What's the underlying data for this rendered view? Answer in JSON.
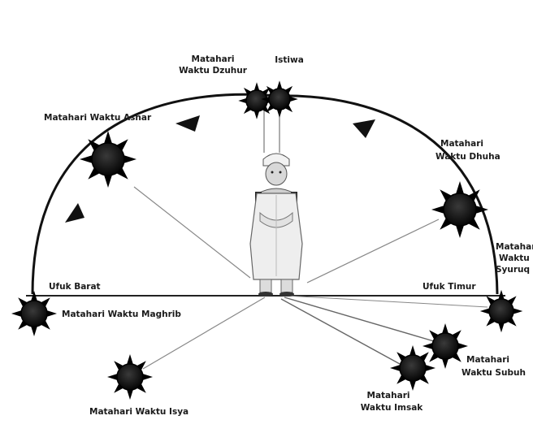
{
  "labels": {
    "dzuhur": [
      "Matahari",
      "Waktu Dzuhur"
    ],
    "istiwa": "Istiwa",
    "ashar": "Matahari Waktu Ashar",
    "dhuha": [
      "Matahari",
      "Waktu Dhuha"
    ],
    "syuruq": [
      "Matahari",
      "Waktu",
      "Syuruq"
    ],
    "ufuk_barat": "Ufuk Barat",
    "ufuk_timur": "Ufuk Timur",
    "maghrib": "Matahari Waktu Maghrib",
    "isya": "Matahari Waktu Isya",
    "subuh": [
      "Matahari",
      "Waktu Subuh"
    ],
    "imsak": [
      "Matahari",
      "Waktu Imsak"
    ]
  },
  "figure": {
    "description_icon": "praying-child-figure"
  }
}
